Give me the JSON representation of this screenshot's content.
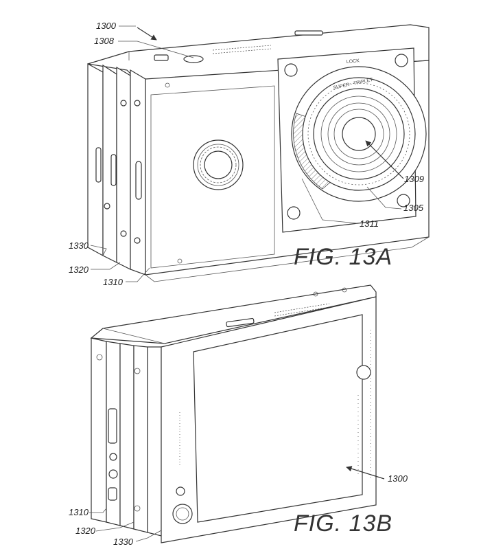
{
  "figures": [
    {
      "label": "FIG. 13A",
      "refs": [
        "1300",
        "1308",
        "1309",
        "1305",
        "1311",
        "1330",
        "1320",
        "1310"
      ]
    },
    {
      "label": "FIG. 13B",
      "refs": [
        "1300",
        "1310",
        "1320",
        "1330"
      ]
    }
  ],
  "lens_text": {
    "lock": "LOCK",
    "brand": "SUPER · TRIPLET"
  }
}
